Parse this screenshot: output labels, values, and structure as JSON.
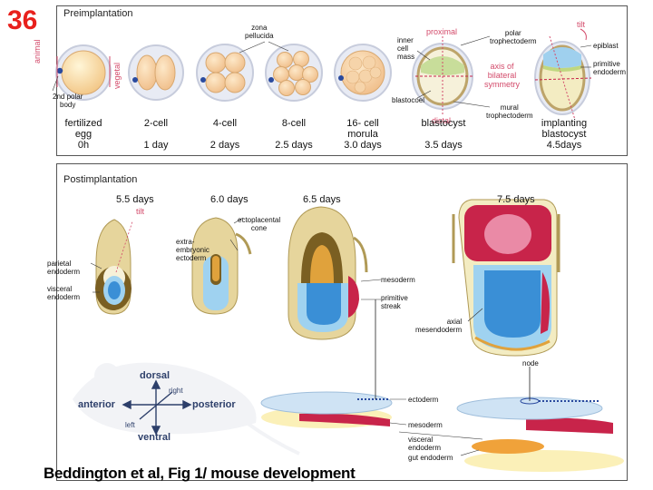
{
  "slide_number": "36",
  "preimplantation": {
    "title": "Preimplantation",
    "stages": [
      {
        "name": "fertilized\negg",
        "time": "0h"
      },
      {
        "name": "2-cell",
        "time": "1 day"
      },
      {
        "name": "4-cell",
        "time": "2 days"
      },
      {
        "name": "8-cell",
        "time": "2.5 days"
      },
      {
        "name": "16- cell\nmorula",
        "time": "3.0 days"
      },
      {
        "name": "blastocyst",
        "time": "3.5 days"
      },
      {
        "name": "implanting\nblastocyst",
        "time": "4.5days"
      }
    ],
    "labels": {
      "animal": "animal",
      "vegetal": "vegetal",
      "polar_body": "2nd polar\nbody",
      "zona": "zona\npellucida",
      "proximal": "proximal",
      "distal": "distal",
      "inner_cell_mass": "inner\ncell\nmass",
      "polar_trophectoderm": "polar\ntrophectoderm",
      "axis_symmetry": "axis of\nbilateral\nsymmetry",
      "blastocoel": "blastocoel",
      "mural_trophectoderm": "mural\ntrophectoderm",
      "tilt": "tilt",
      "epiblast": "epiblast",
      "primitive_endoderm": "primitive\nendoderm"
    }
  },
  "postimplantation": {
    "title": "Postimplantation",
    "days": [
      "5.5 days",
      "6.0 days",
      "6.5 days",
      "7.5 days"
    ],
    "labels": {
      "tilt": "tilt",
      "parietal_endoderm": "parietal\nendoderm",
      "visceral_endoderm": "visceral\nendoderm",
      "extraembryonic_ectoderm": "extra-\nembryonic\nectoderm",
      "ectoplacental_cone": "ectoplacental\ncone",
      "mesoderm": "mesoderm",
      "primitive_streak": "primitive\nstreak",
      "axial_mesendoderm": "axial\nmesendoderm",
      "node": "node",
      "ectoderm": "ectoderm",
      "mesoderm2": "mesoderm",
      "visceral_endoderm2": "visceral\nendoderm",
      "gut_endoderm": "gut endoderm"
    },
    "axes": {
      "dorsal": "dorsal",
      "ventral": "ventral",
      "anterior": "anterior",
      "posterior": "posterior",
      "left": "left",
      "right": "right"
    }
  },
  "caption": "Beddington et al, Fig 1/ mouse development",
  "colors": {
    "slide_number": "#e8201c",
    "annotation_red": "#d34a6a",
    "embryo_blue": "#3a8fd6",
    "trophoblast_tan": "#e3d59a",
    "mesoderm_red": "#c8244a"
  }
}
